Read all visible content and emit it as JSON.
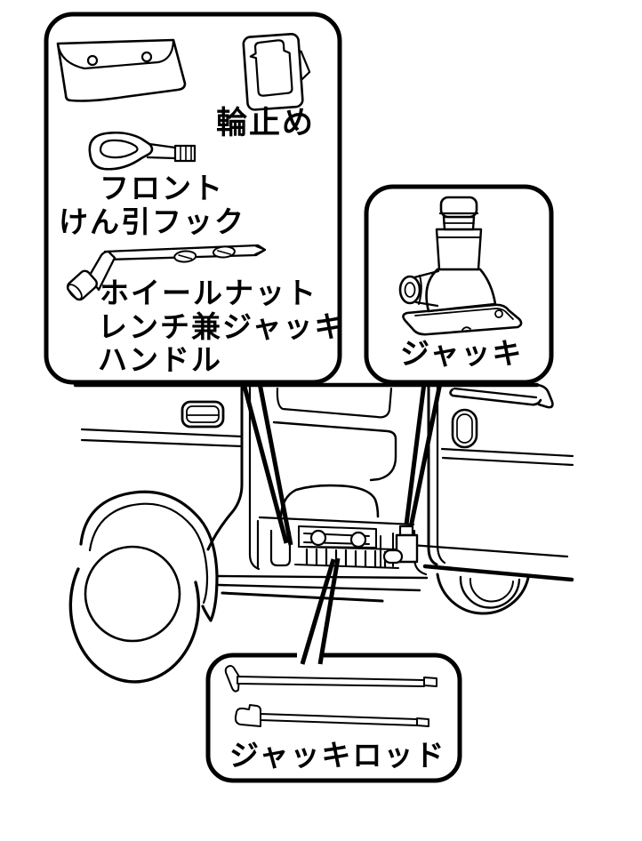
{
  "figure": {
    "type": "owner-manual-tool-stowage-diagram",
    "background_color": "#ffffff",
    "line_color": "#000000",
    "vehicle": "van-side-view-open-sliding-door",
    "callouts": {
      "tools_box": {
        "items": [
          "tool-pouch",
          "wheel-chock",
          "front-tow-hook",
          "wheel-nut-wrench"
        ],
        "labels": {
          "wheel_chock": "輪止め",
          "tow_hook_line1": "フロント",
          "tow_hook_line2": "けん引フック",
          "wrench_line1": "ホイールナット",
          "wrench_line2": "レンチ兼ジャッキ",
          "wrench_line3": "ハンドル"
        }
      },
      "jack_box": {
        "items": [
          "bottle-jack"
        ],
        "labels": {
          "jack": "ジャッキ"
        }
      },
      "jack_rod_box": {
        "items": [
          "jack-rod-hook-end",
          "jack-rod-angled-end"
        ],
        "labels": {
          "jack_rod": "ジャッキロッド"
        }
      }
    }
  }
}
